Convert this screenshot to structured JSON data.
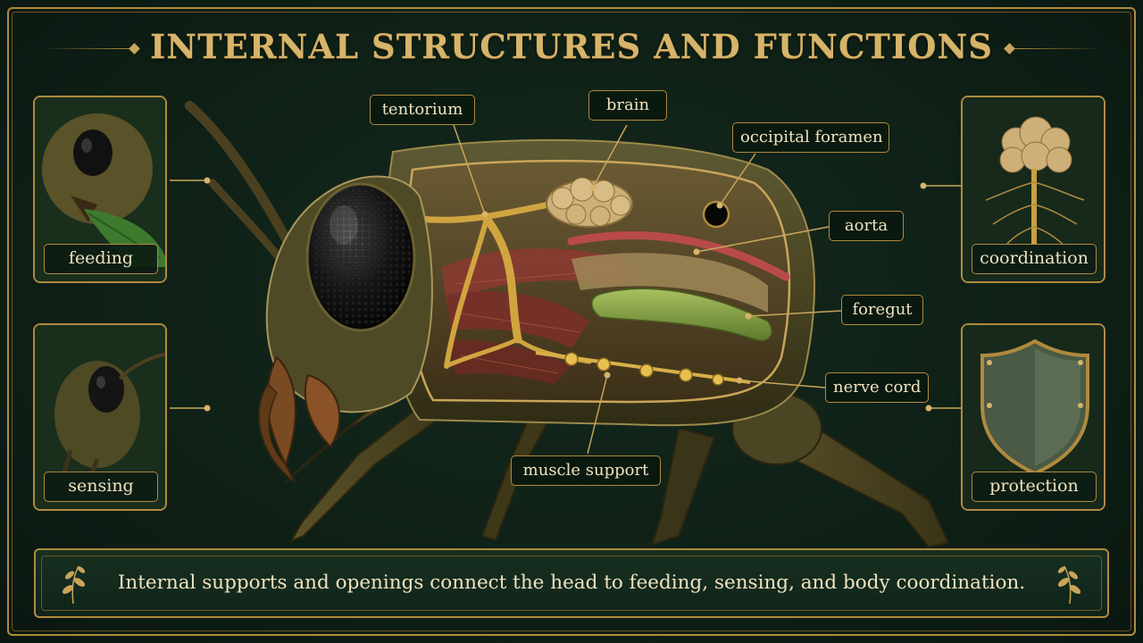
{
  "title": "INTERNAL STRUCTURES AND FUNCTIONS",
  "panels": {
    "feeding": "feeding",
    "sensing": "sensing",
    "coordination": "coordination",
    "protection": "protection"
  },
  "callouts": {
    "tentorium": "tentorium",
    "brain": "brain",
    "occipital_foramen": "occipital foramen",
    "aorta": "aorta",
    "foregut": "foregut",
    "nerve_cord": "nerve cord",
    "muscle_support": "muscle support"
  },
  "caption": "Internal supports and openings connect the head to feeding, sensing, and body coordination.",
  "colors": {
    "background": "#0f2117",
    "gold": "#b08a3e",
    "title": "#d6b46a",
    "text": "#efe2c0",
    "cuticle": "#6b5a2a",
    "eye": "#1a1a1a",
    "aorta": "#b84a4a",
    "foregut": "#8aa04a",
    "nerve": "#d8b048"
  },
  "icons": {
    "top_ornament": "diamond-ornament",
    "banner_ornament": "laurel-sprig-icon",
    "coordination": "brain-nerve-icon",
    "protection": "shield-icon"
  }
}
